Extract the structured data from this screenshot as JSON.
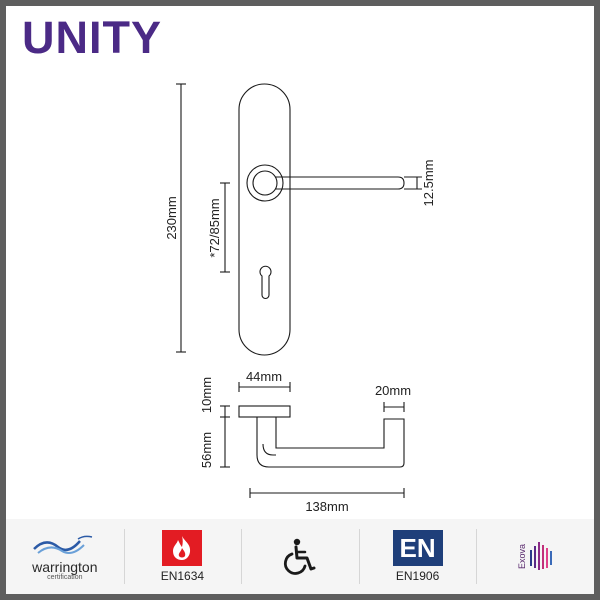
{
  "brand": {
    "name": "UNITY",
    "color": "#4b2a86"
  },
  "dimensions": {
    "overall_height": "230mm",
    "centres": "*72/85mm",
    "lever_diameter": "12.5mm",
    "rose_width": "44mm",
    "rose_depth": "10mm",
    "lever_projection": "56mm",
    "lever_end": "20mm",
    "lever_length": "138mm"
  },
  "certifications": [
    {
      "label": "",
      "name": "warrington",
      "sub": "certification",
      "icon": "warrington-wave-icon"
    },
    {
      "label": "EN1634",
      "icon": "fire-icon",
      "color": "#e31c23"
    },
    {
      "label": "",
      "icon": "wheelchair-accessibility-icon"
    },
    {
      "label": "EN1906",
      "badge": "EN",
      "icon": "en-badge-icon",
      "color": "#1f3f7a"
    },
    {
      "label": "",
      "name": "Exova",
      "icon": "exova-bars-icon"
    }
  ]
}
